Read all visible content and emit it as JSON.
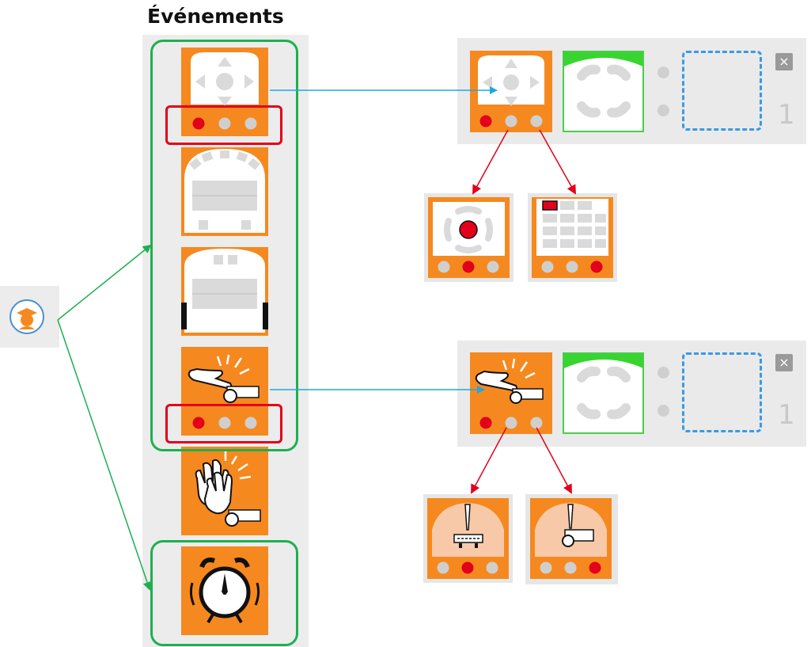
{
  "palette": {
    "title": "Événements",
    "blocks": [
      {
        "name": "buttons-event",
        "icon": "dpad-buttons-icon"
      },
      {
        "name": "prox-sensors-event",
        "icon": "proximity-sensors-icon"
      },
      {
        "name": "ground-sensors-event",
        "icon": "ground-sensors-icon"
      },
      {
        "name": "tap-event",
        "icon": "tap-hand-icon"
      },
      {
        "name": "clap-event",
        "icon": "clap-hands-icon"
      },
      {
        "name": "timer-event",
        "icon": "alarm-clock-icon"
      }
    ]
  },
  "program_rows": [
    {
      "number": "1",
      "close_label": "×",
      "event": "buttons-event",
      "action": "top-color-action"
    },
    {
      "number": "1",
      "close_label": "×",
      "event": "tap-event",
      "action": "top-color-action"
    }
  ],
  "popups": [
    {
      "mode": "buttons-mode-2",
      "icon": "button-circle-icon"
    },
    {
      "mode": "buttons-mode-3",
      "icon": "button-grid-icon"
    },
    {
      "mode": "tap-mode-2",
      "icon": "tilt-pitch-icon"
    },
    {
      "mode": "tap-mode-3",
      "icon": "tilt-roll-icon"
    }
  ],
  "teacher_icon": "graduate-user-icon",
  "colors": {
    "block_orange": "#f5891f",
    "highlight_green": "#1db04f",
    "highlight_red": "#e3001b",
    "arrow_blue": "#1fa8df",
    "arrow_red": "#e3001b",
    "target_blue": "#3b9ae1"
  }
}
